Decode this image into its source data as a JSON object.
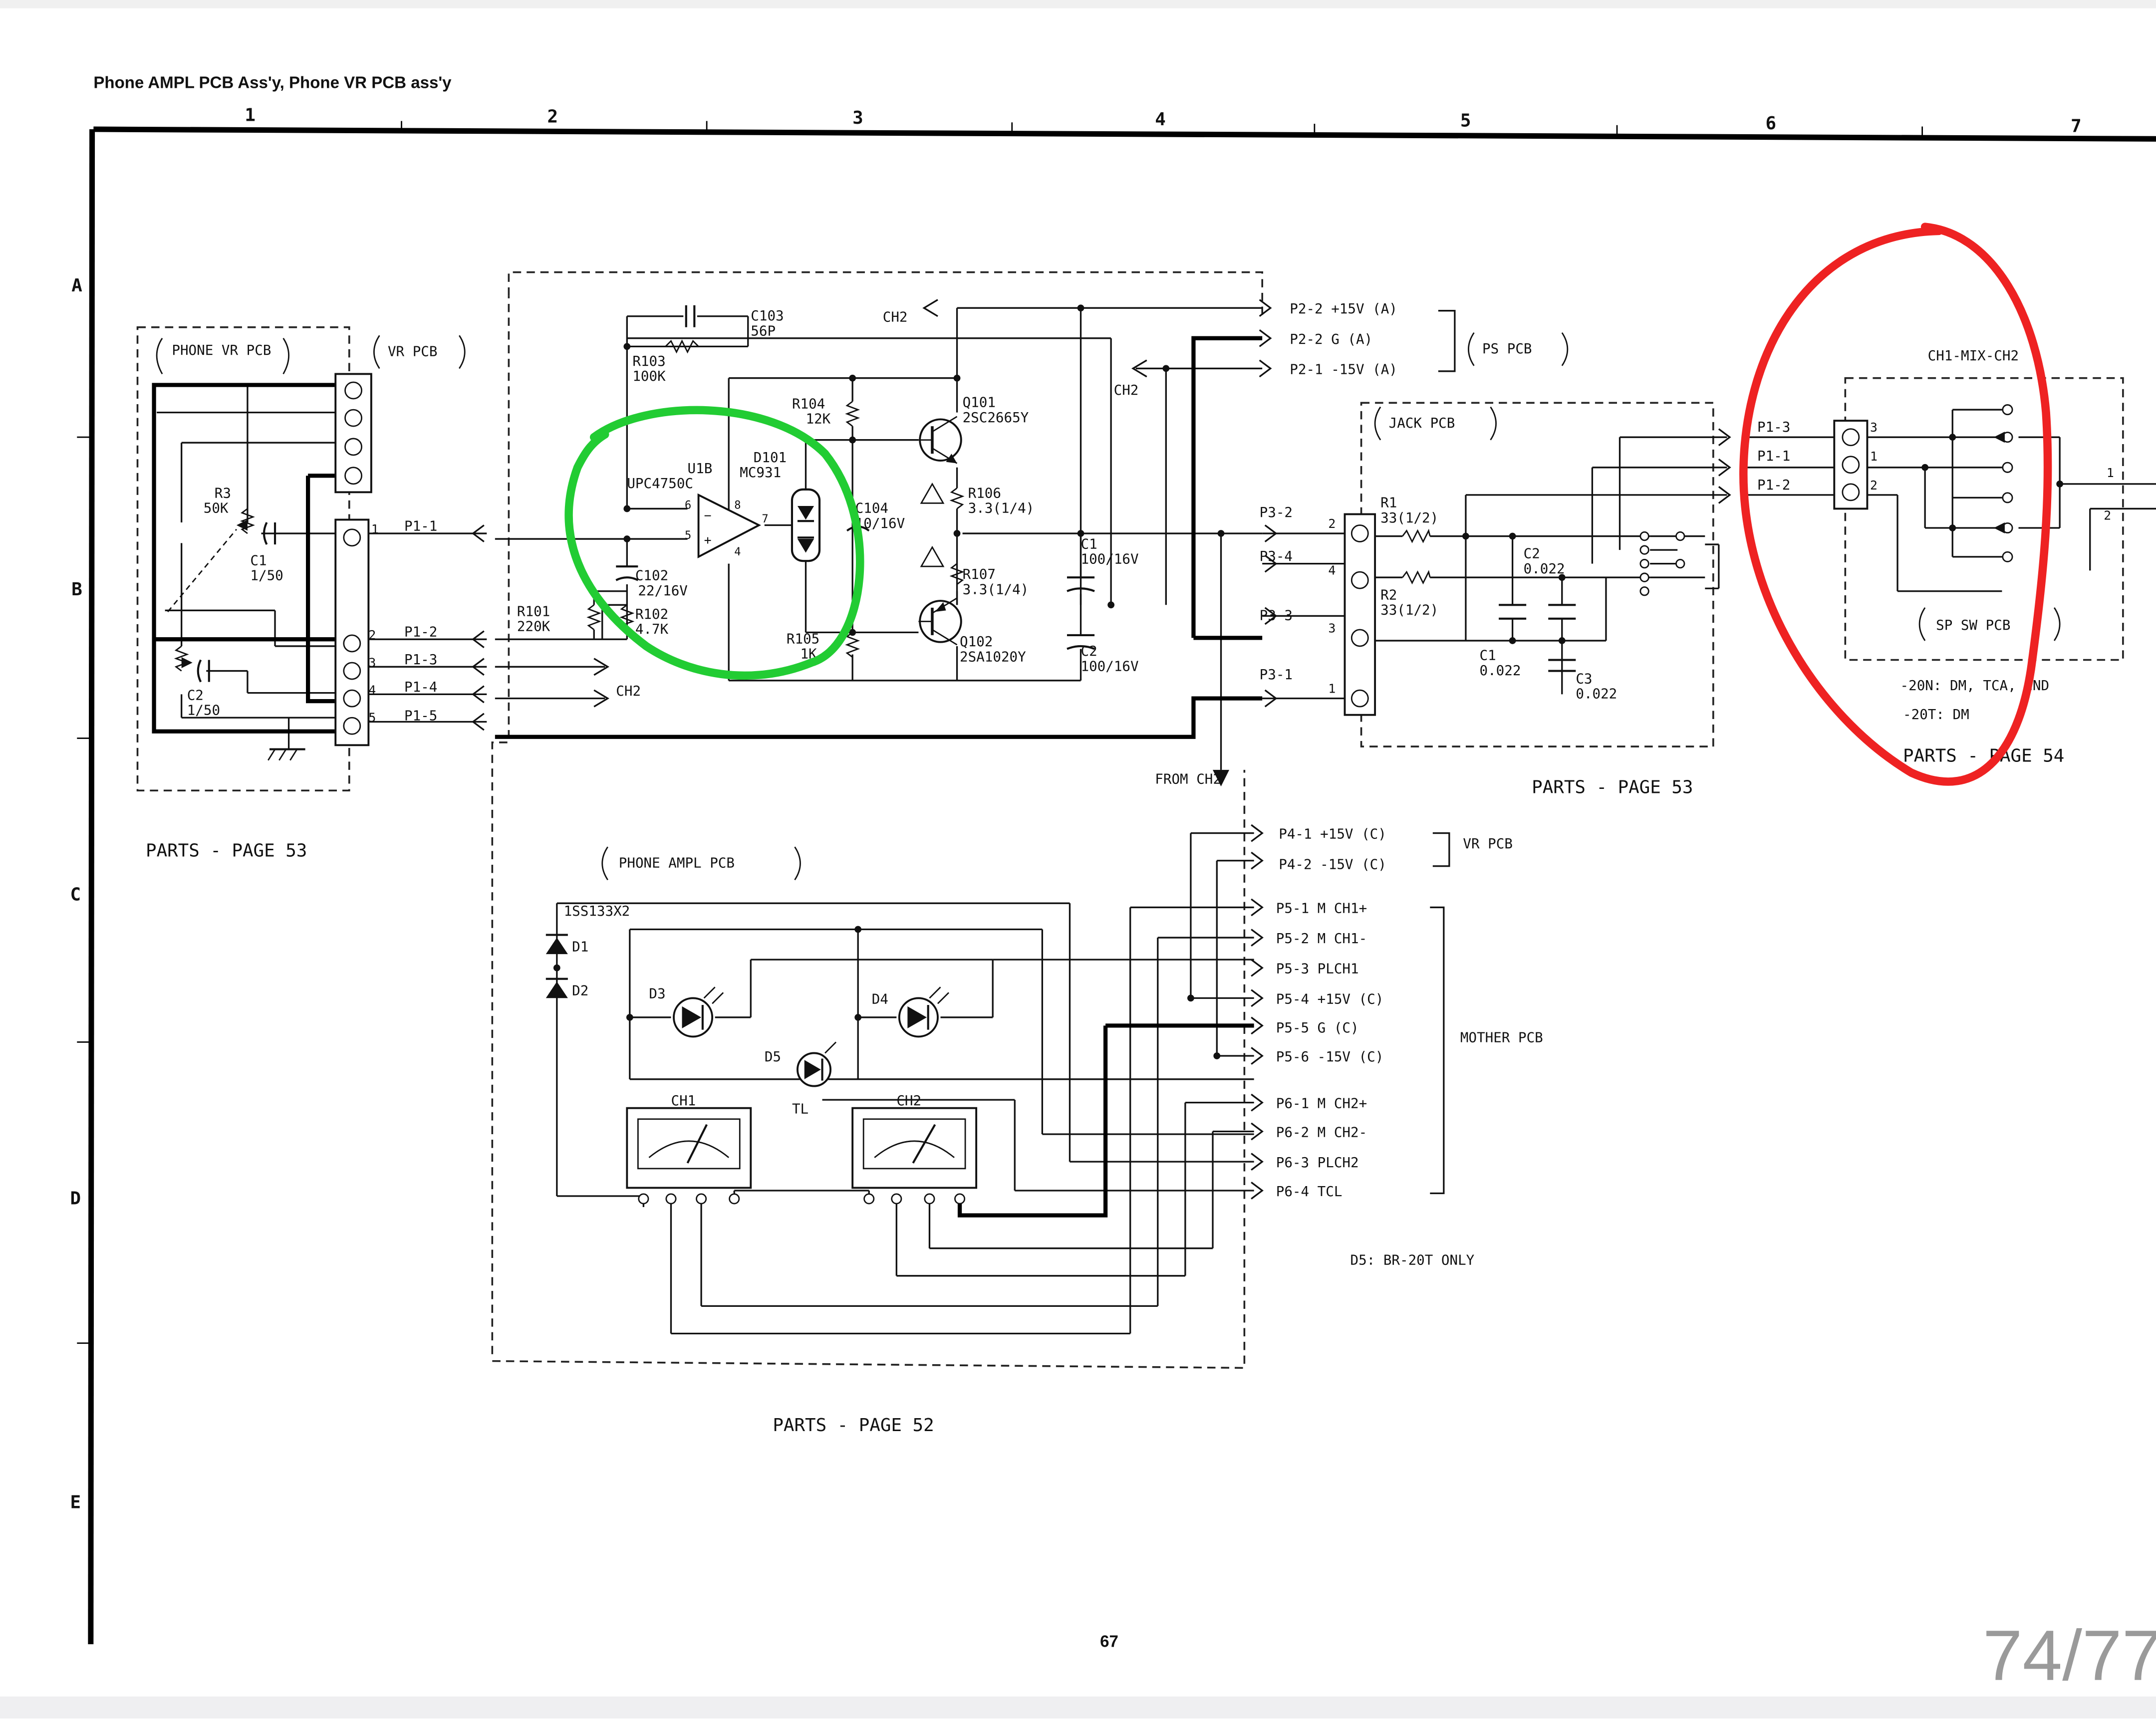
{
  "title": "Phone AMPL PCB Ass'y, Phone VR PCB ass'y",
  "page_number": "67",
  "page_counter": "74/77",
  "grid": {
    "columns": [
      "1",
      "2",
      "3",
      "4",
      "5",
      "6",
      "7"
    ],
    "rows": [
      "A",
      "B",
      "C",
      "D",
      "E"
    ]
  },
  "colors": {
    "annotation_green": "#22cc33",
    "annotation_red": "#ee2222",
    "ink": "#111111"
  },
  "boxes": {
    "phone_vr": {
      "label": "PHONE VR PCB",
      "ref": "VR PCB",
      "parts": "PARTS - PAGE 53"
    },
    "phone_ampl": {
      "label": "PHONE AMPL PCB",
      "parts": "PARTS - PAGE 52"
    },
    "jack": {
      "label": "JACK PCB",
      "parts": "PARTS - PAGE 53"
    },
    "sp_sw": {
      "label": "SP SW PCB",
      "title": "CH1-MIX-CH2",
      "parts": "PARTS - PAGE 54",
      "note1": "-20N: DM, TCA, CND",
      "note2": "-20T: DM"
    },
    "ps_pcb": "PS PCB",
    "vr_pcb": "VR PCB",
    "mother_pcb": "MOTHER PCB"
  },
  "components": {
    "c103": "C103",
    "c103v": "56P",
    "r103": "R103",
    "r103v": "100K",
    "r104": "R104",
    "r104v": "12K",
    "u1b": "U1B",
    "u1bp": "UPC4750C",
    "d101": "D101",
    "d101p": "MC931",
    "q101": "Q101",
    "q101p": "2SC2665Y",
    "q102": "Q102",
    "q102p": "2SA1020Y",
    "r106": "R106",
    "r106v": "3.3(1/4)",
    "r107": "R107",
    "r107v": "3.3(1/4)",
    "c104": "C104",
    "c104v": "10/16V",
    "c102": "C102",
    "c102v": "22/16V",
    "r101": "R101",
    "r101v": "220K",
    "r102": "R102",
    "r102v": "4.7K",
    "r105": "R105",
    "r105v": "1K",
    "c1a": "C1",
    "c1av": "100/16V",
    "c2a": "C2",
    "c2av": "100/16V",
    "r3": "R3",
    "r3v": "50K",
    "c1vr": "C1",
    "c1vrv": "1/50",
    "c2vr": "C2",
    "c2vrv": "1/50",
    "r1j": "R1",
    "r1jv": "33(1/2)",
    "r2j": "R2",
    "r2jv": "33(1/2)",
    "c2j": "C2",
    "c2jv": "0.022",
    "c1j": "C1",
    "c1jv": "0.022",
    "c3j": "C3",
    "c3jv": "0.022",
    "d12p": "1SS133X2",
    "d1": "D1",
    "d2": "D2",
    "d3": "D3",
    "d4": "D4",
    "d5": "D5",
    "tl": "TL",
    "ch1m": "CH1",
    "ch2m": "CH2",
    "ch2_a": "CH2",
    "ch2_b": "CH2",
    "ch2_c": "CH2",
    "from_ch2": "FROM CH2",
    "pin6": "6",
    "pin5": "5",
    "pin7": "7",
    "pin8": "8",
    "pin4": "4",
    "d5_note": "D5: BR-20T ONLY"
  },
  "connectors": {
    "ps": [
      "P2-2 +15V (A)",
      "P2-2 G (A)",
      "P2-1 -15V (A)"
    ],
    "vr_left": [
      "P1-1",
      "P1-2",
      "P1-3",
      "P1-4",
      "P1-5"
    ],
    "vr_pins": [
      "1",
      "2",
      "3",
      "4",
      "5"
    ],
    "p3": [
      "P3-2",
      "P3-4",
      "P3-3",
      "P3-1"
    ],
    "p3_pins": [
      "2",
      "4",
      "3",
      "1"
    ],
    "p4": [
      "P4-1 +15V (C)",
      "P4-2 -15V (C)"
    ],
    "p5": [
      "P5-1 M CH1+",
      "P5-2 M CH1-",
      "P5-3 PLCH1",
      "P5-4 +15V (C)",
      "P5-5 G (C)",
      "P5-6 -15V (C)"
    ],
    "p6": [
      "P6-1 M CH2+",
      "P6-2 M CH2-",
      "P6-3 PLCH2",
      "P6-4 TCL"
    ],
    "sp": [
      "P1-3",
      "P1-1",
      "P1-2"
    ],
    "sp_pins": [
      "3",
      "1",
      "2"
    ],
    "sp_out": [
      "1",
      "2"
    ]
  }
}
